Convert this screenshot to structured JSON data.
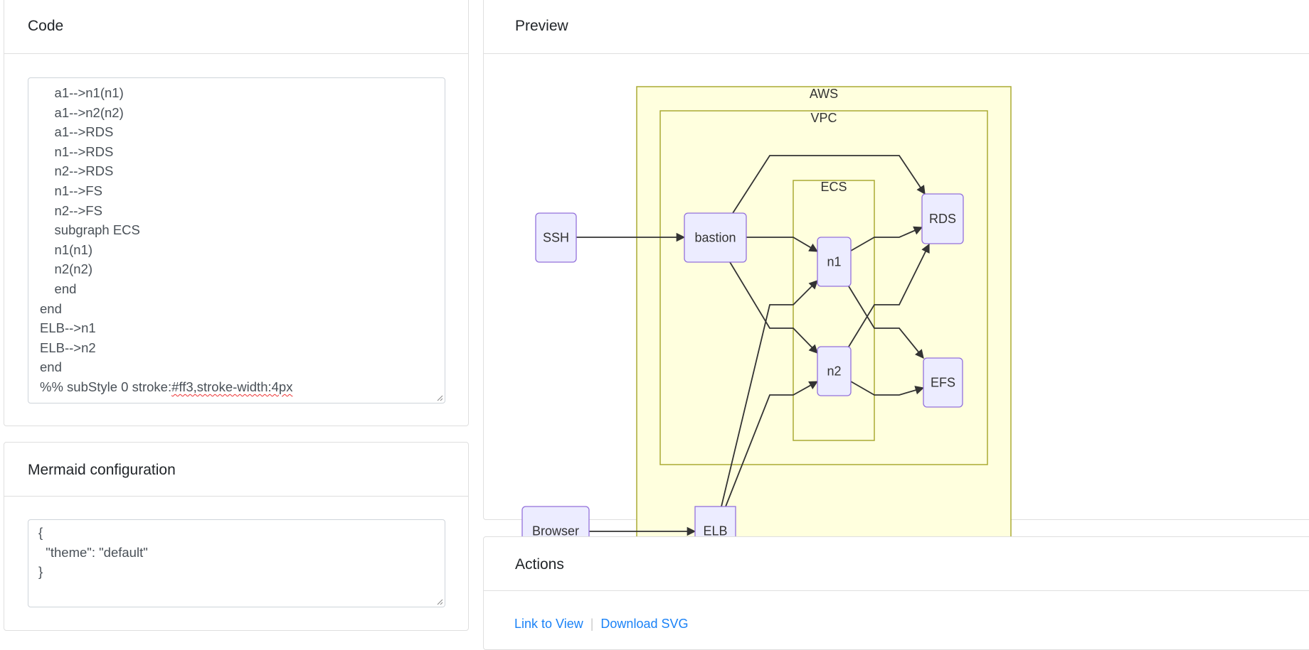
{
  "code_panel": {
    "title": "Code",
    "lines_before_squiggle": "    a1-->n1(n1)\n    a1-->n2(n2)\n    a1-->RDS\n    n1-->RDS\n    n2-->RDS\n    n1-->FS\n    n2-->FS\n    subgraph ECS\n    n1(n1)\n    n2(n2)\n    end\nend\nELB-->n1\nELB-->n2\nend\n%% subStyle 0 stroke:",
    "squiggle_text": "#ff3,stroke-width:4px"
  },
  "config_panel": {
    "title": "Mermaid configuration",
    "value": "{\n  \"theme\": \"default\"\n}"
  },
  "preview_panel": {
    "title": "Preview",
    "diagram": {
      "clusters": {
        "aws": "AWS",
        "vpc": "VPC",
        "ecs": "ECS"
      },
      "nodes": {
        "ssh": "SSH",
        "bastion": "bastion",
        "n1": "n1",
        "n2": "n2",
        "rds": "RDS",
        "efs": "EFS",
        "browser": "Browser",
        "elb": "ELB"
      },
      "edges": [
        [
          "ssh",
          "bastion"
        ],
        [
          "bastion",
          "rds"
        ],
        [
          "bastion",
          "n1"
        ],
        [
          "bastion",
          "n2"
        ],
        [
          "n1",
          "rds"
        ],
        [
          "n1",
          "efs"
        ],
        [
          "n2",
          "rds"
        ],
        [
          "n2",
          "efs"
        ],
        [
          "elb",
          "n1"
        ],
        [
          "elb",
          "n2"
        ],
        [
          "browser",
          "elb"
        ]
      ],
      "colors": {
        "node_fill": "#ECECFF",
        "node_stroke": "#9370DB",
        "cluster_fill": "#FFFFDE",
        "cluster_stroke": "#AAAA33",
        "edge": "#333333"
      }
    }
  },
  "actions_panel": {
    "title": "Actions",
    "link_view": "Link to View",
    "download_svg": "Download SVG"
  }
}
